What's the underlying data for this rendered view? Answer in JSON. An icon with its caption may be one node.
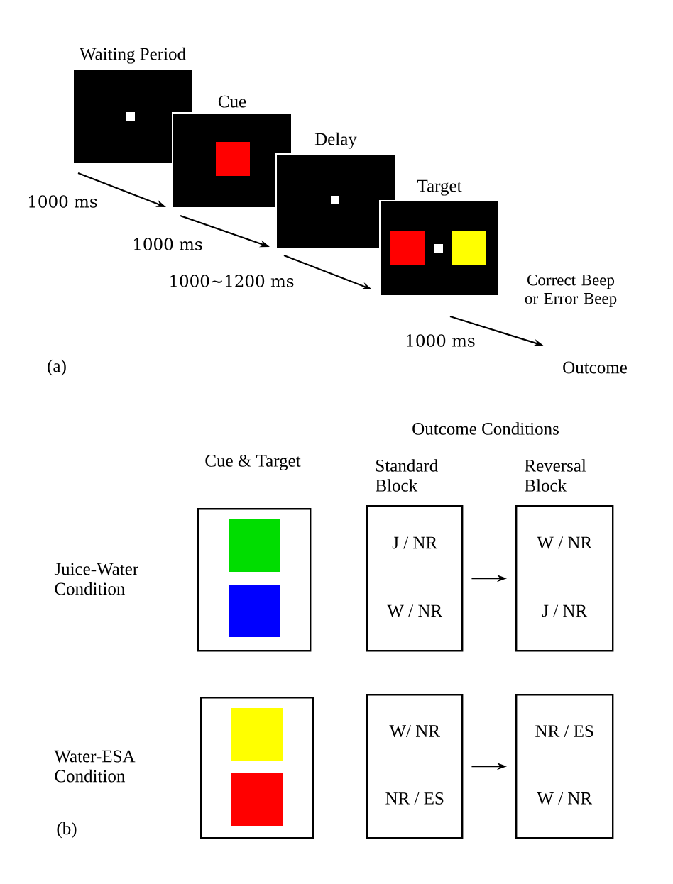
{
  "diagram": {
    "nodes": [
      {
        "text": [
          "Waiting Period"
        ]
      },
      {
        "text": [
          "Cue"
        ]
      },
      {
        "text": [
          "Delay"
        ]
      },
      {
        "text": [
          "Target"
        ]
      },
      {
        "text": [
          "Outcome"
        ]
      },
      {
        "text": [],
        "shape": "box"
      },
      {
        "text": [
          "J / NR",
          "W / NR"
        ]
      },
      {
        "text": [
          "W / NR",
          "J / NR"
        ]
      },
      {
        "text": [],
        "shape": "box"
      },
      {
        "text": [
          "W/ NR",
          "NR / ES"
        ]
      },
      {
        "text": [
          "NR / ES",
          "W / NR"
        ]
      }
    ],
    "edges": [
      {
        "from": 0,
        "to": 1,
        "arrow": "to",
        "label": "1000 ms"
      },
      {
        "from": 1,
        "to": 2,
        "arrow": "to",
        "label": "1000 ms"
      },
      {
        "from": 2,
        "to": 3,
        "arrow": "to",
        "label": "1000∼1200 ms"
      },
      {
        "from": 3,
        "to": 4,
        "arrow": "to",
        "label": "1000 ms"
      },
      {
        "from": 6,
        "to": 7,
        "arrow": "to"
      },
      {
        "from": 9,
        "to": 10,
        "arrow": "to"
      }
    ],
    "labels": [
      "Correct Beep or Error Beep",
      "(a)",
      "Outcome Conditions",
      "Cue & Target",
      "Standard Block",
      "Reversal Block",
      "Juice-Water Condition",
      "Water-ESA Condition",
      "(b)"
    ]
  }
}
